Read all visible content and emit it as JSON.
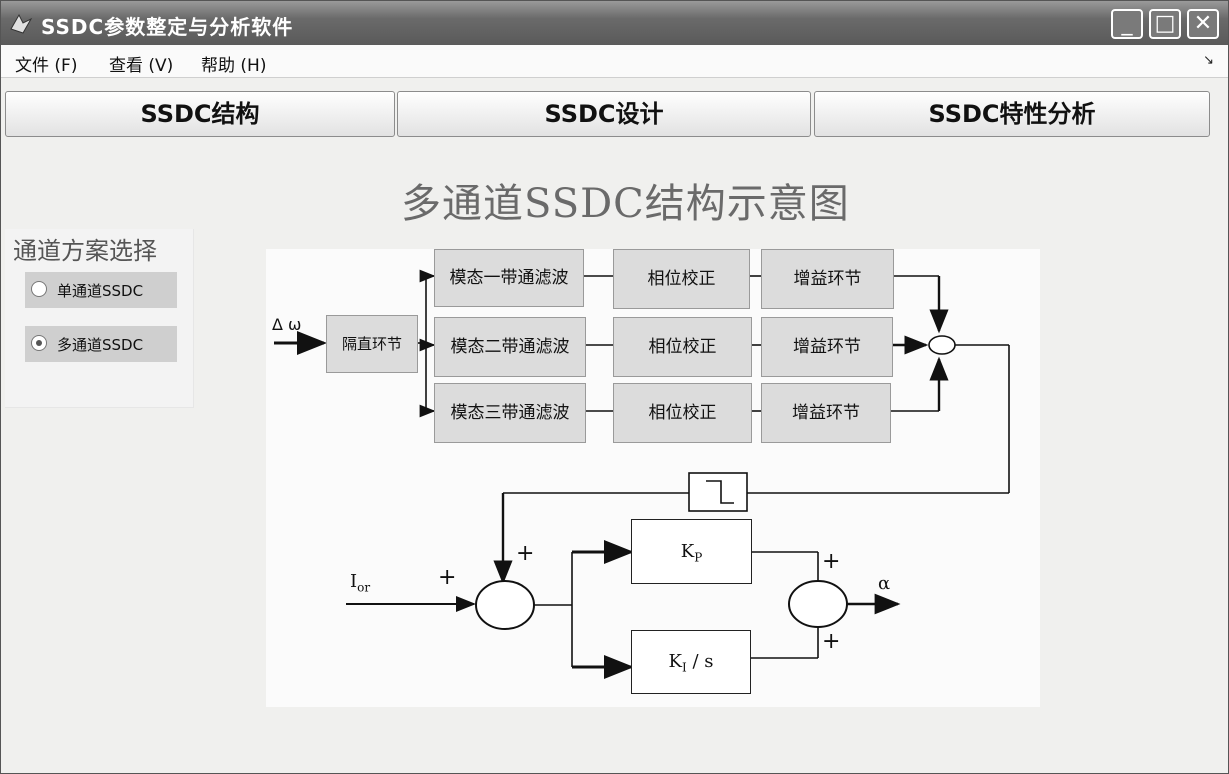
{
  "window": {
    "title": "SSDC参数整定与分析软件",
    "controls": {
      "minimize": "_",
      "maximize": "□",
      "close": "✕"
    }
  },
  "menu": {
    "items": [
      {
        "label": "文件 (F)"
      },
      {
        "label": "查看 (V)"
      },
      {
        "label": "帮助 (H)"
      }
    ],
    "corner_arrow": "↘"
  },
  "tabs": [
    {
      "label": "SSDC结构"
    },
    {
      "label": "SSDC设计"
    },
    {
      "label": "SSDC特性分析"
    }
  ],
  "channel_panel": {
    "title": "通道方案选择",
    "options": [
      {
        "label": "单通道SSDC",
        "selected": false
      },
      {
        "label": "多通道SSDC",
        "selected": true
      }
    ]
  },
  "diagram": {
    "title": "多通道SSDC结构示意图",
    "input_label": "Δ ω",
    "dc_block": "隔直环节",
    "filters": [
      "模态一带通滤波",
      "模态二带通滤波",
      "模态三带通滤波"
    ],
    "phase": [
      "相位校正",
      "相位校正",
      "相位校正"
    ],
    "gain": [
      "增益环节",
      "增益环节",
      "增益环节"
    ],
    "ior_label": "I",
    "ior_sub": "or",
    "kp_label": "K",
    "kp_sub": "P",
    "ki_label": "K",
    "ki_sub": "I",
    "ki_suffix": " / s",
    "output_label": "α",
    "plus": "+"
  },
  "colors": {
    "titlebar": "#6a6a6a",
    "button_face": "#e2e2e2",
    "block_fill": "#dcdcdc"
  }
}
